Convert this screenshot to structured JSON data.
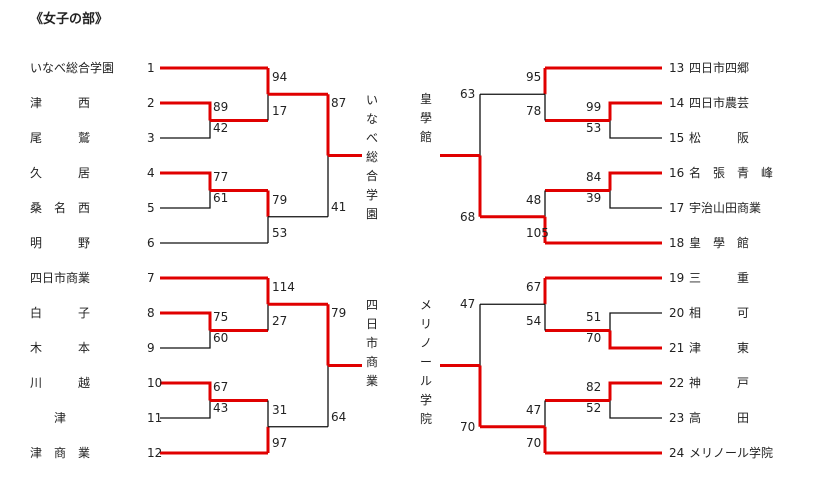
{
  "title": "《女子の部》",
  "left_teams": [
    {
      "name": "いなべ総合学園",
      "seed": "1"
    },
    {
      "name": "津　　　西",
      "seed": "2"
    },
    {
      "name": "尾　　　鷲",
      "seed": "3"
    },
    {
      "name": "久　　　居",
      "seed": "4"
    },
    {
      "name": "桑　名　西",
      "seed": "5"
    },
    {
      "name": "明　　　野",
      "seed": "6"
    },
    {
      "name": "四日市商業",
      "seed": "7"
    },
    {
      "name": "白　　　子",
      "seed": "8"
    },
    {
      "name": "木　　　本",
      "seed": "9"
    },
    {
      "name": "川　　　越",
      "seed": "10"
    },
    {
      "name": "　　津　　",
      "seed": "11"
    },
    {
      "name": "津　商　業",
      "seed": "12"
    }
  ],
  "right_teams": [
    {
      "seed": "13",
      "name": "四日市四郷"
    },
    {
      "seed": "14",
      "name": "四日市農芸"
    },
    {
      "seed": "15",
      "name": "松　　　阪"
    },
    {
      "seed": "16",
      "name": "名　張　青　峰"
    },
    {
      "seed": "17",
      "name": "宇治山田商業"
    },
    {
      "seed": "18",
      "name": "皇　學　館"
    },
    {
      "seed": "19",
      "name": "三　　　重"
    },
    {
      "seed": "20",
      "name": "相　　　可"
    },
    {
      "seed": "21",
      "name": "津　　　東"
    },
    {
      "seed": "22",
      "name": "神　　　戸"
    },
    {
      "seed": "23",
      "name": "高　　　田"
    },
    {
      "seed": "24",
      "name": "メリノール学院"
    }
  ],
  "scores": {
    "l_r1_2": "89",
    "l_r1_3": "42",
    "l_r1_4": "77",
    "l_r1_5": "61",
    "l_r1_8": "75",
    "l_r1_9": "60",
    "l_r1_10": "67",
    "l_r1_11": "43",
    "l_r2_1": "94",
    "l_r2_23": "17",
    "l_r2_45": "79",
    "l_r2_6": "53",
    "l_r2_7": "114",
    "l_r2_89": "27",
    "l_r2_1011": "31",
    "l_r2_12": "97",
    "l_sf_top": "87",
    "l_sf_top2": "41",
    "l_sf_bot": "79",
    "l_sf_bot2": "64",
    "r_r1_14": "99",
    "r_r1_15": "53",
    "r_r1_16": "84",
    "r_r1_17": "39",
    "r_r1_20": "51",
    "r_r1_21": "70",
    "r_r1_22": "82",
    "r_r1_23": "52",
    "r_r2_13": "95",
    "r_r2_1415": "78",
    "r_r2_1617": "48",
    "r_r2_18": "105",
    "r_r2_19": "67",
    "r_r2_2021": "54",
    "r_r2_2223": "47",
    "r_r2_24": "70",
    "r_sf_top": "63",
    "r_sf_top2": "68",
    "r_sf_bot": "47",
    "r_sf_bot2": "70"
  },
  "finalists": {
    "left_top": [
      "い",
      "な",
      "べ",
      "総",
      "合",
      "学",
      "園"
    ],
    "left_bot": [
      "四",
      "日",
      "市",
      "商",
      "業"
    ],
    "right_top": [
      "皇",
      "學",
      "館"
    ],
    "right_bot": [
      "メ",
      "リ",
      "ノ",
      "ー",
      "ル",
      "学",
      "院"
    ]
  },
  "colors": {
    "winner": "#e00000",
    "loser": "#111111"
  }
}
